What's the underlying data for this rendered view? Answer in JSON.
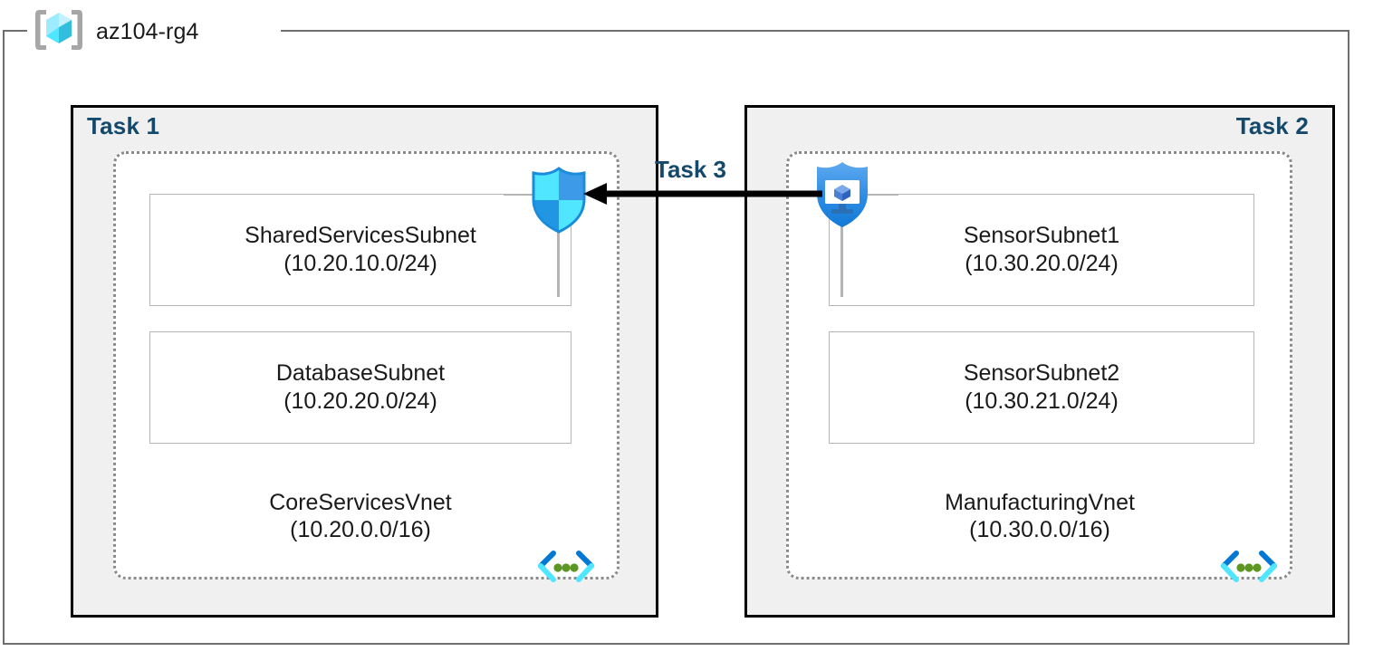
{
  "resource_group": {
    "title": "az104-rg4",
    "icon": "azure-resource-group-icon"
  },
  "tasks": [
    {
      "label": "Task 1"
    },
    {
      "label": "Task 2"
    },
    {
      "label": "Task 3"
    }
  ],
  "vnets": [
    {
      "name": "CoreServicesVnet",
      "cidr": "(10.20.0.0/16)",
      "icon": "virtual-network-icon",
      "subnets": [
        {
          "name": "SharedServicesSubnet",
          "cidr": "(10.20.10.0/24)"
        },
        {
          "name": "DatabaseSubnet",
          "cidr": "(10.20.20.0/24)"
        }
      ]
    },
    {
      "name": "ManufacturingVnet",
      "cidr": "(10.30.0.0/16)",
      "icon": "virtual-network-icon",
      "subnets": [
        {
          "name": "SensorSubnet1",
          "cidr": "(10.30.20.0/24)"
        },
        {
          "name": "SensorSubnet2",
          "cidr": "(10.30.21.0/24)"
        }
      ]
    }
  ],
  "icons": {
    "firewall": "network-security-shield-icon",
    "bastion": "azure-bastion-icon"
  },
  "connection": {
    "label": "Task 3",
    "direction": "right-to-left"
  },
  "colors": {
    "task_label": "#14496b",
    "panel_fill": "#f0f0f0",
    "panel_border": "#000000",
    "vnet_border": "#8a8a8a",
    "subnet_border": "#b5b5b5",
    "rg_border": "#6e6e6e",
    "icon_cyan": "#32d4f5",
    "icon_blue": "#0078d4",
    "icon_green": "#5e9624",
    "arrow": "#000000"
  }
}
